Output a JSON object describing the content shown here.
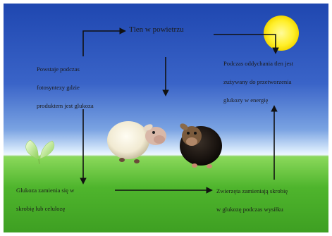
{
  "colors": {
    "sky_top": "#1f47b0",
    "sky_bottom": "#d6e8fb",
    "grass": "#4fb52d",
    "sun": "#fff23a",
    "arrow": "#111111",
    "text": "#1b1b1b"
  },
  "nodes": {
    "air_oxygen": "Tlen w powietrzu",
    "photosynthesis": [
      "Powstaje podczas",
      "fotosyntezy gdzie",
      "produktem jest glukoza"
    ],
    "respiration": [
      "Podczas oddychania tlen jest",
      "zużywany do przetworzenia",
      "glukozy w energię"
    ],
    "glucose_conversion": [
      "Glukoza zamienia się w",
      "skrobię lub celulozę"
    ],
    "animals": [
      "Zwierzęta zamieniają skrobię",
      "w glukozę podczas wysiłku"
    ]
  },
  "icons": [
    "sun-icon",
    "plant-sprout-icon",
    "white-sheep-icon",
    "black-sheep-icon"
  ]
}
